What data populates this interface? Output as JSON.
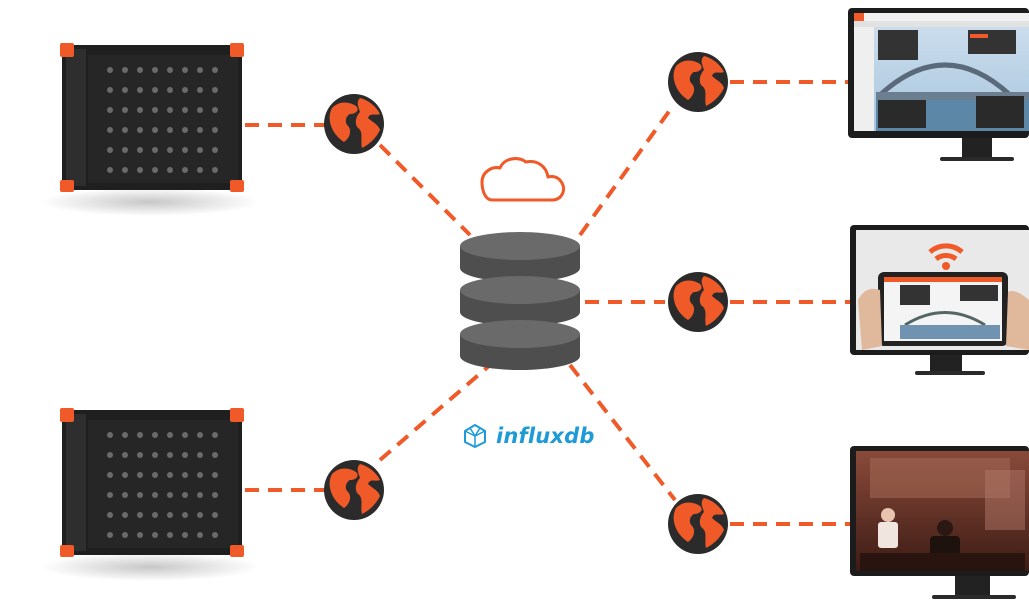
{
  "database": {
    "label": "influxdb",
    "logo_icon": "influxdb-cube-icon",
    "cylinder_icon": "database-stack-icon",
    "cloud_icon": "cloud-icon"
  },
  "colors": {
    "accent": "#ef5a28",
    "dark": "#2b2b2b",
    "influx": "#1e9bd7",
    "db_gray": "#555555"
  },
  "nodes": {
    "sources": [
      "data-acquisition-device",
      "data-acquisition-device"
    ],
    "clients": [
      "monitor-dashboard",
      "monitor-tablet-wifi",
      "monitor-control-room"
    ],
    "globe_icon": "globe-icon"
  }
}
